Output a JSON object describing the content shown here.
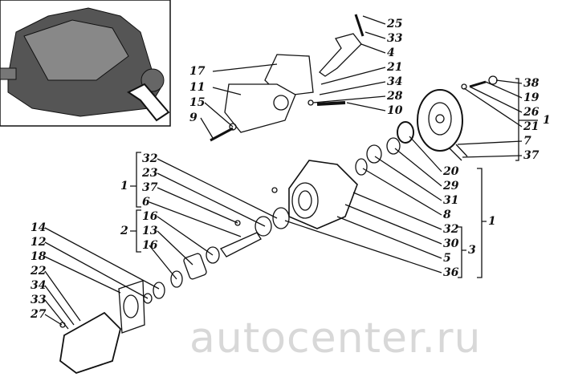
{
  "watermark": "autocenter.ru",
  "inset": {
    "label": "engine-location-inset"
  },
  "labels": {
    "top_right_column": [
      "25",
      "33",
      "4",
      "21",
      "34",
      "28",
      "10"
    ],
    "cover_column": [
      "17",
      "11",
      "15",
      "9"
    ],
    "pulley_column": [
      "38",
      "19",
      "26",
      "21",
      "7",
      "37"
    ],
    "pulley_group": "1",
    "housing_column": [
      "20",
      "29",
      "31",
      "8",
      "32",
      "30",
      "5",
      "36"
    ],
    "housing_group_outer": "1",
    "housing_group_inner": "3",
    "shaft_column": [
      "32",
      "23",
      "37",
      "6",
      "16",
      "13",
      "16"
    ],
    "shaft_group_a": "1",
    "shaft_group_b": "2",
    "bottom_left_column": [
      "14",
      "12",
      "18",
      "22",
      "34",
      "33",
      "27"
    ]
  }
}
